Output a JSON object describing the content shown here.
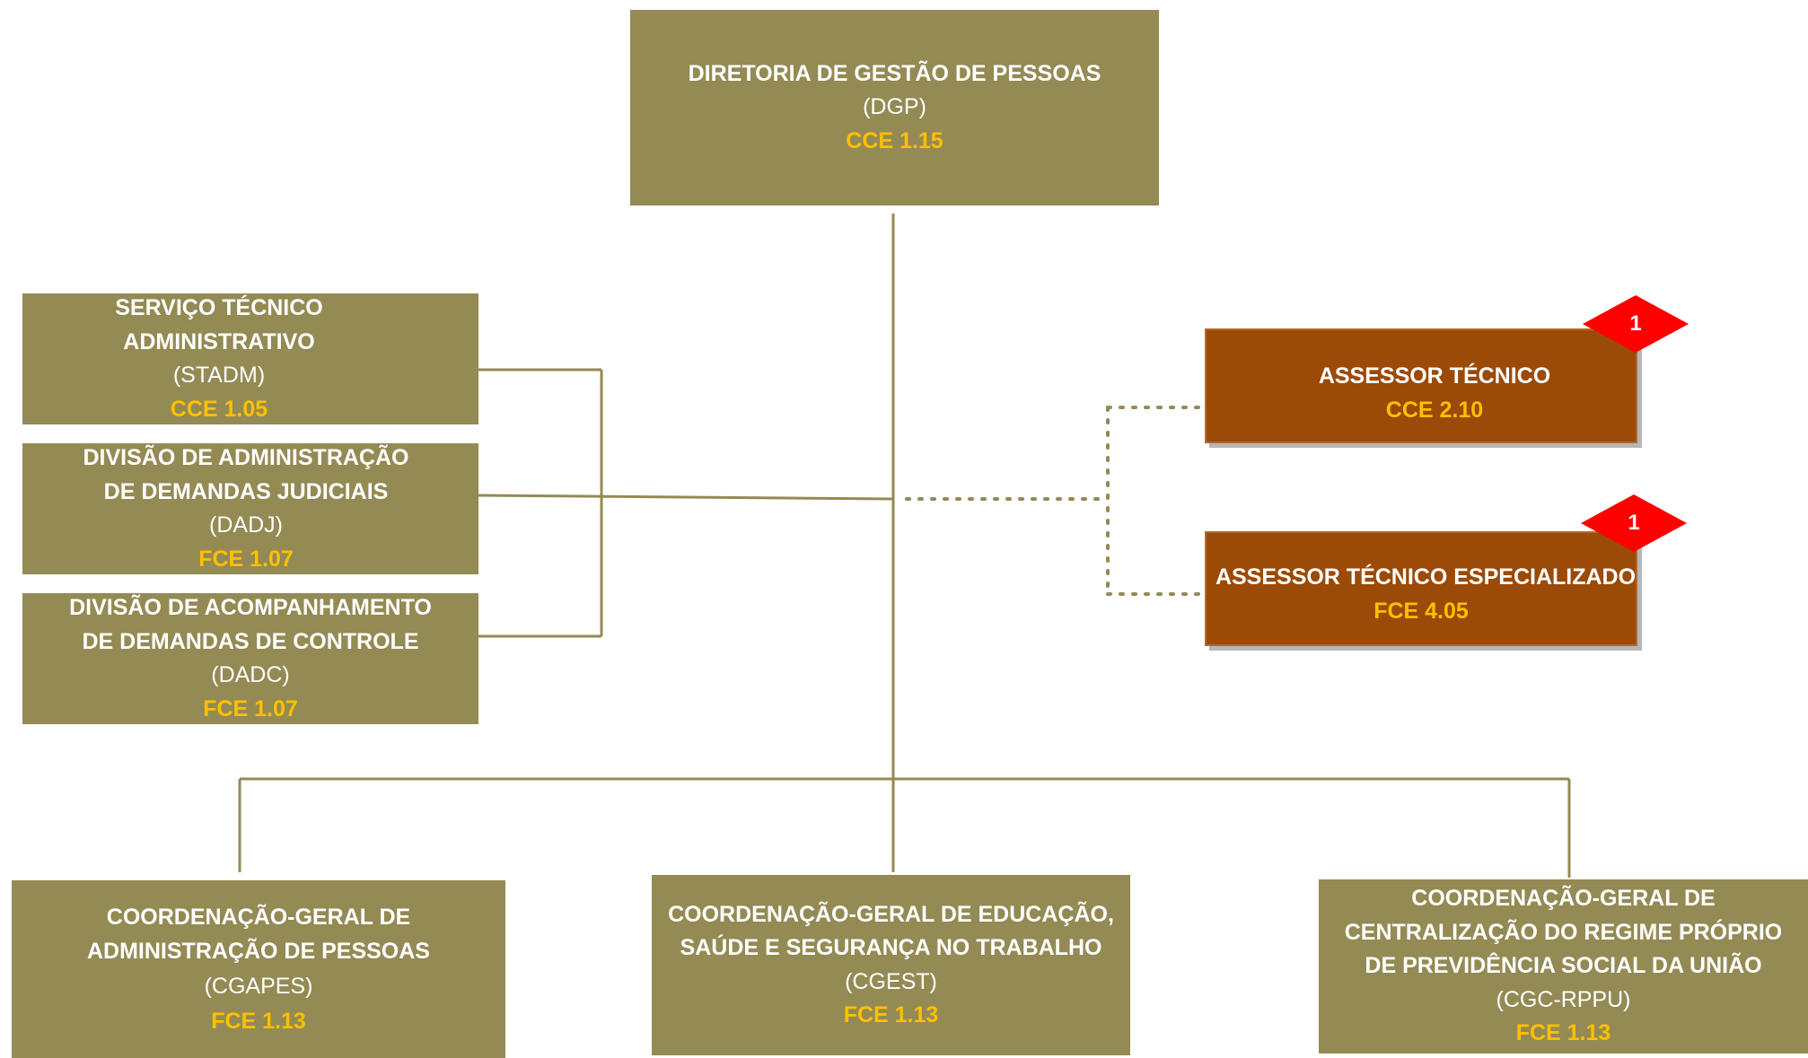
{
  "director": {
    "title": "DIRETORIA DE GESTÃO DE PESSOAS",
    "sigla": "(DGP)",
    "code": "CCE 1.15"
  },
  "left_units": [
    {
      "title": [
        "SERVIÇO TÉCNICO",
        "ADMINISTRATIVO"
      ],
      "sigla": "(STADM)",
      "code": "CCE 1.05"
    },
    {
      "title": [
        "DIVISÃO DE ADMINISTRAÇÃO",
        "DE DEMANDAS JUDICIAIS"
      ],
      "sigla": "(DADJ)",
      "code": "FCE 1.07"
    },
    {
      "title": [
        "DIVISÃO DE ACOMPANHAMENTO",
        "DE DEMANDAS DE CONTROLE"
      ],
      "sigla": "(DADC)",
      "code": "FCE 1.07"
    }
  ],
  "advisors": [
    {
      "title": "ASSESSOR TÉCNICO",
      "code": "CCE 2.10",
      "badge": "1"
    },
    {
      "title": "ASSESSOR TÉCNICO ESPECIALIZADO",
      "code": "FCE  4.05",
      "badge": "1"
    }
  ],
  "coordinations": [
    {
      "title": [
        "COORDENAÇÃO-GERAL DE",
        "ADMINISTRAÇÃO DE PESSOAS"
      ],
      "sigla": "(CGAPES)",
      "code": "FCE 1.13"
    },
    {
      "title": [
        "COORDENAÇÃO-GERAL DE EDUCAÇÃO,",
        "SAÚDE E SEGURANÇA NO TRABALHO"
      ],
      "sigla": "(CGEST)",
      "code": "FCE 1.13"
    },
    {
      "title": [
        "COORDENAÇÃO-GERAL DE",
        "CENTRALIZAÇÃO DO REGIME PRÓPRIO",
        "DE PREVIDÊNCIA SOCIAL DA UNIÃO"
      ],
      "sigla": "(CGC-RPPU)",
      "code": "FCE 1.13"
    }
  ],
  "colors": {
    "box": "#948a54",
    "advisor": "#9c4a08",
    "code_text": "#ffc000",
    "badge": "#ff0000",
    "line": "#948a54"
  }
}
